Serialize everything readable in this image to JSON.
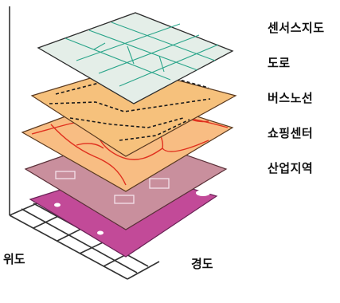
{
  "layers": [
    {
      "label": "센서스지도",
      "fill": "#e4eee8",
      "line": "#2aa58a"
    },
    {
      "label": "도로",
      "fill": "#f6c17c",
      "line": "#1a1a1a"
    },
    {
      "label": "버스노선",
      "fill": "#f6c17c",
      "line": "#1a1a1a"
    },
    {
      "label": "쇼핑센터",
      "fill": "#f8bd83",
      "line": "#e0301e"
    },
    {
      "label": "산업지역",
      "fill": "#c98f9d",
      "line": "#f4e2ea"
    },
    {
      "fill": "#c24a98",
      "line": "#ffffff"
    }
  ],
  "axes": {
    "latitude": "위도",
    "longitude": "경도"
  }
}
